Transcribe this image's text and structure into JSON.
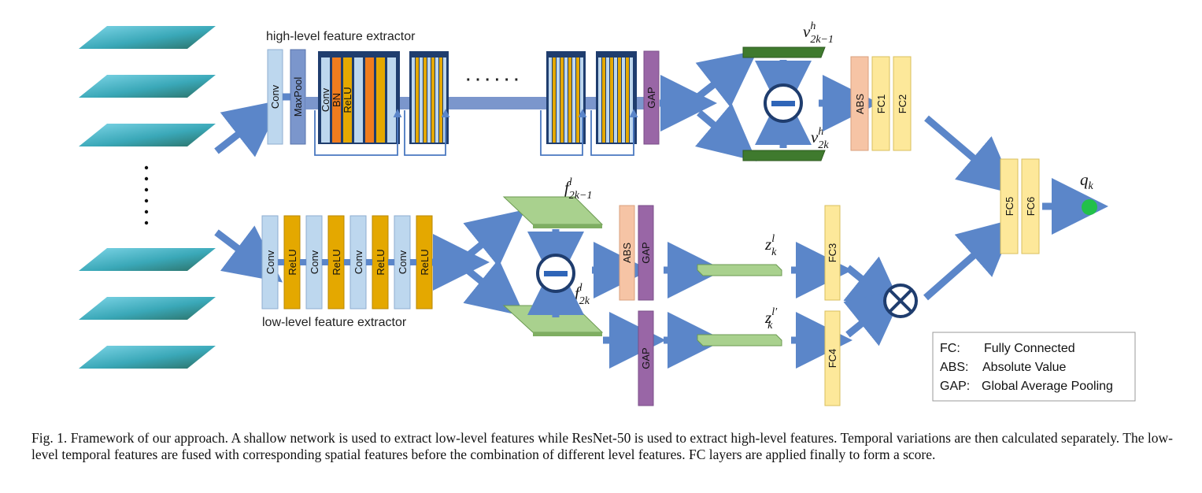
{
  "labels": {
    "high_title": "high-level feature extractor",
    "low_title": "low-level feature extractor",
    "dots": "· · · · · ·"
  },
  "blocks": {
    "conv": "Conv",
    "maxpool": "MaxPool",
    "bn": "BN",
    "relu": "ReLU",
    "gap": "GAP",
    "abs": "ABS",
    "fc1": "FC1",
    "fc2": "FC2",
    "fc3": "FC3",
    "fc4": "FC4",
    "fc5": "FC5",
    "fc6": "FC6"
  },
  "math": {
    "v": "v",
    "f": "f",
    "z": "z",
    "q": "q",
    "sup_h": "h",
    "sup_l": "l",
    "sup_lp": "l′",
    "sub_2k1": "2k−1",
    "sub_2k": "2k",
    "sub_k": "k"
  },
  "legend": [
    {
      "key": "FC:",
      "value": "Fully Connected"
    },
    {
      "key": "ABS:",
      "value": "Absolute Value"
    },
    {
      "key": "GAP:",
      "value": "Global Average Pooling"
    }
  ],
  "caption": "Fig. 1.    Framework of our approach. A shallow network is used to extract low-level features while ResNet-50 is used to extract high-level features. Temporal variations are then calculated separately. The low-level temporal features are fused with corresponding spatial features before the combination of different level features. FC layers are applied finally to form a score.",
  "colors": {
    "arrow": "#5b86c9",
    "conv": "#bdd7ee",
    "relu": "#e4a800",
    "bn": "#f07c1e",
    "res_border": "#1f3d6e",
    "gap": "#9966a6",
    "abs": "#f6c4a5",
    "fc": "#fde89a",
    "dark_green": "#3f7a2e",
    "light_green": "#a9d18e",
    "output": "#22c04a",
    "water": "#4fb4c4"
  }
}
